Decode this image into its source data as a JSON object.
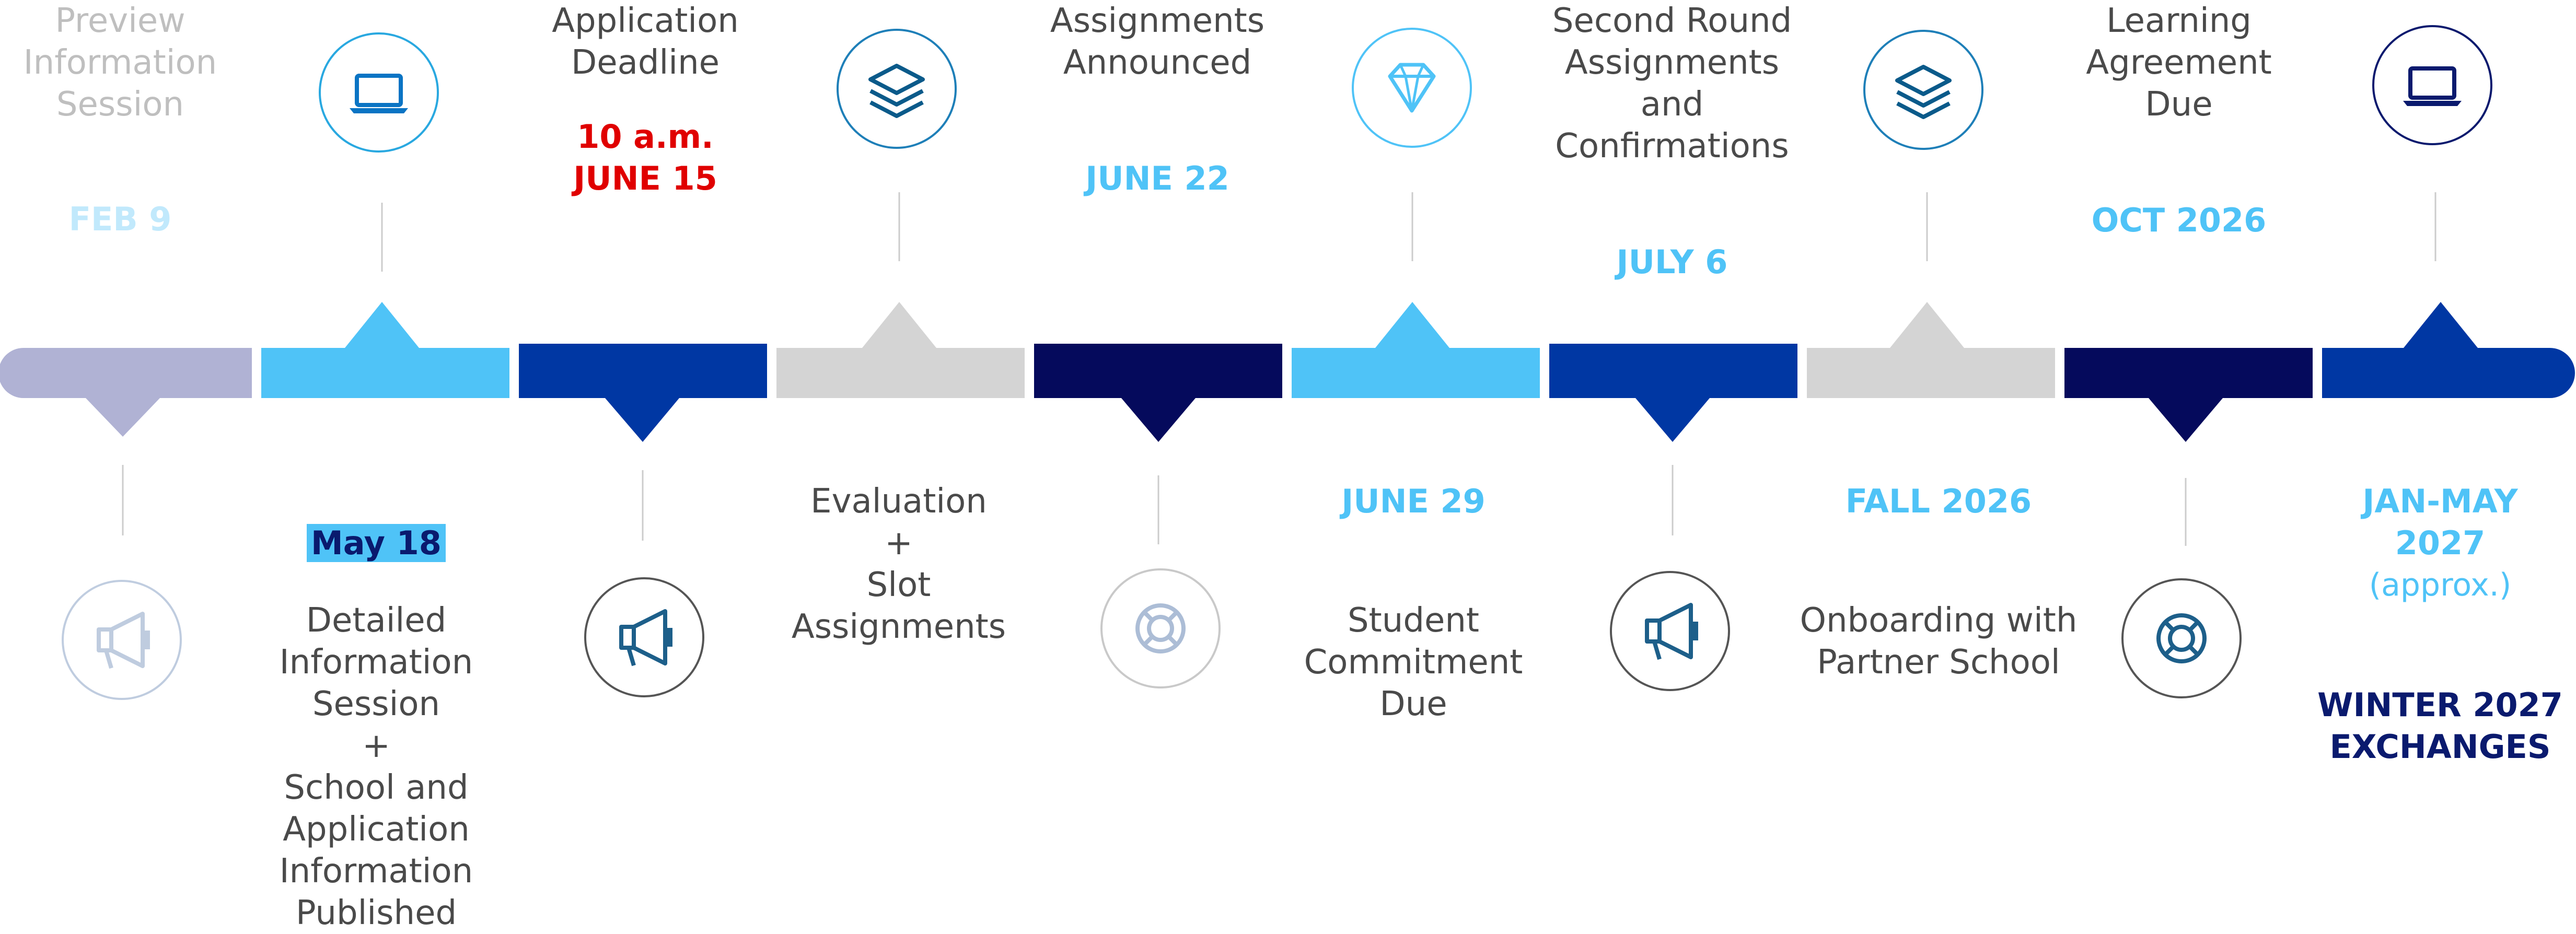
{
  "colors": {
    "lavender": "#b0b2d4",
    "light_blue": "#4fc3f7",
    "royal_blue": "#0037a3",
    "navy": "#050a5c",
    "gray": "#d4d4d4",
    "date_blue": "#4fc3f7",
    "deadline_red": "#e00000",
    "text_gray": "#4a4a4a"
  },
  "events": [
    {
      "title": "Preview\nInformation\nSession",
      "date": "FEB 9",
      "icon": "megaphone-icon",
      "position": "top"
    },
    {
      "title": "Detailed\nInformation\nSession\n+\nSchool and\nApplication\nInformation\nPublished",
      "date": "May 18",
      "icon": "laptop-icon",
      "position": "bottom"
    },
    {
      "title": "Application\nDeadline",
      "date": "10 a.m.\nJUNE 15",
      "icon": "megaphone-icon",
      "position": "top"
    },
    {
      "title": "Evaluation\n+\nSlot\nAssignments",
      "date": "",
      "icon": "layers-icon",
      "position": "bottom"
    },
    {
      "title": "Assignments\nAnnounced",
      "date": "JUNE 22",
      "icon": "lifebuoy-icon",
      "position": "top"
    },
    {
      "title": "Student\nCommitment\nDue",
      "date": "JUNE 29",
      "icon": "diamond-icon",
      "position": "bottom"
    },
    {
      "title": "Second Round\nAssignments\nand\nConfirmations",
      "date": "JULY 6",
      "icon": "megaphone-icon",
      "position": "top"
    },
    {
      "title": "Onboarding with\nPartner School",
      "date": "FALL 2026",
      "icon": "layers-icon",
      "position": "bottom"
    },
    {
      "title": "Learning\nAgreement\nDue",
      "date": "OCT 2026",
      "icon": "lifebuoy-icon",
      "position": "top"
    },
    {
      "title": "WINTER 2027\nEXCHANGES",
      "date": "JAN-MAY\n2027",
      "date_note": "(approx.)",
      "icon": "laptop-icon",
      "position": "bottom"
    }
  ]
}
